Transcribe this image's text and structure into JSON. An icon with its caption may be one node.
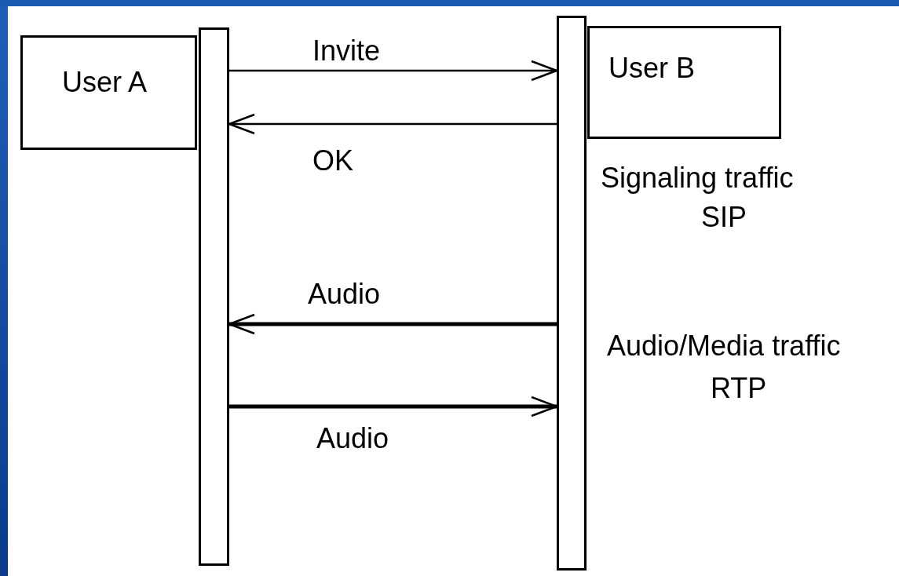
{
  "diagram": {
    "nodes": [
      {
        "text": [
          "User A"
        ]
      },
      {
        "text": [],
        "shape": "bar"
      },
      {
        "text": [],
        "shape": "bar"
      },
      {
        "text": [
          "User B"
        ]
      }
    ],
    "edges": [
      {
        "from": 1,
        "to": 2,
        "arrow": "to",
        "label": "Invite"
      },
      {
        "from": 2,
        "to": 1,
        "arrow": "to",
        "label": "OK"
      },
      {
        "from": 2,
        "to": 1,
        "arrow": "to",
        "label": "Audio",
        "style": "thick"
      },
      {
        "from": 1,
        "to": 2,
        "arrow": "to",
        "label": "Audio",
        "style": "thick"
      }
    ],
    "labels": [
      "Signaling traffic",
      "SIP",
      "Audio/Media traffic",
      "RTP"
    ]
  }
}
